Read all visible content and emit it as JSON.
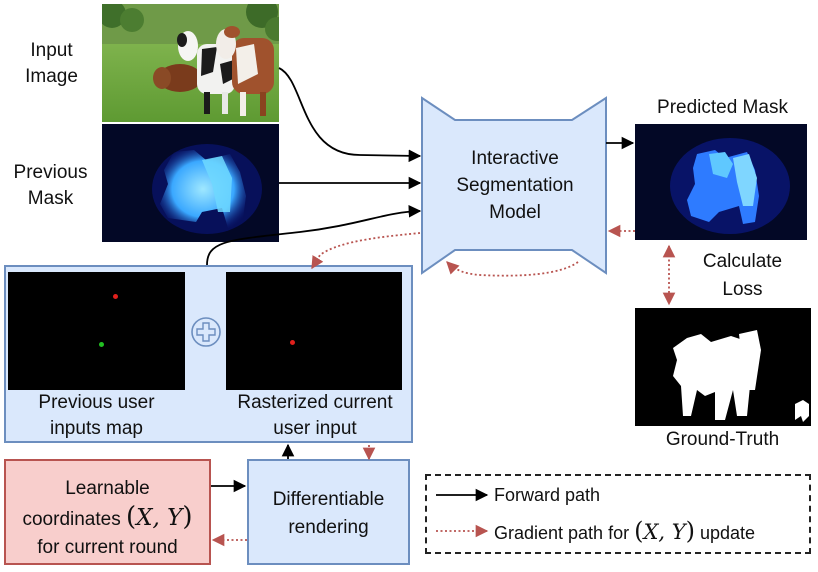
{
  "labels": {
    "input_image": [
      "Input",
      "Image"
    ],
    "previous_mask": [
      "Previous",
      "Mask"
    ],
    "model": [
      "Interactive",
      "Segmentation",
      "Model"
    ],
    "predicted_mask": "Predicted Mask",
    "calculate_loss": [
      "Calculate",
      "Loss"
    ],
    "ground_truth": "Ground-Truth",
    "previous_inputs": [
      "Previous user",
      "inputs map"
    ],
    "rasterized_input": [
      "Rasterized current",
      "user input"
    ],
    "learnable": {
      "line1": "Learnable",
      "line2_prefix": "coordinates ",
      "line2_math": "X, Y",
      "line3": "for current round"
    },
    "differentiable_rendering": [
      "Differentiable",
      "rendering"
    ]
  },
  "legend": {
    "forward": "Forward path",
    "gradient_prefix": "Gradient path for ",
    "gradient_math": "X, Y",
    "gradient_suffix": " update"
  },
  "colors": {
    "box_fill": "#dae8fc",
    "box_stroke": "#6c8ebf",
    "learnable_fill": "#f8cecc",
    "learnable_stroke": "#b85450",
    "forward_arrow": "#000000",
    "gradient_arrow": "#b85450",
    "click_negative": "#e0201c",
    "click_positive": "#22c022"
  }
}
